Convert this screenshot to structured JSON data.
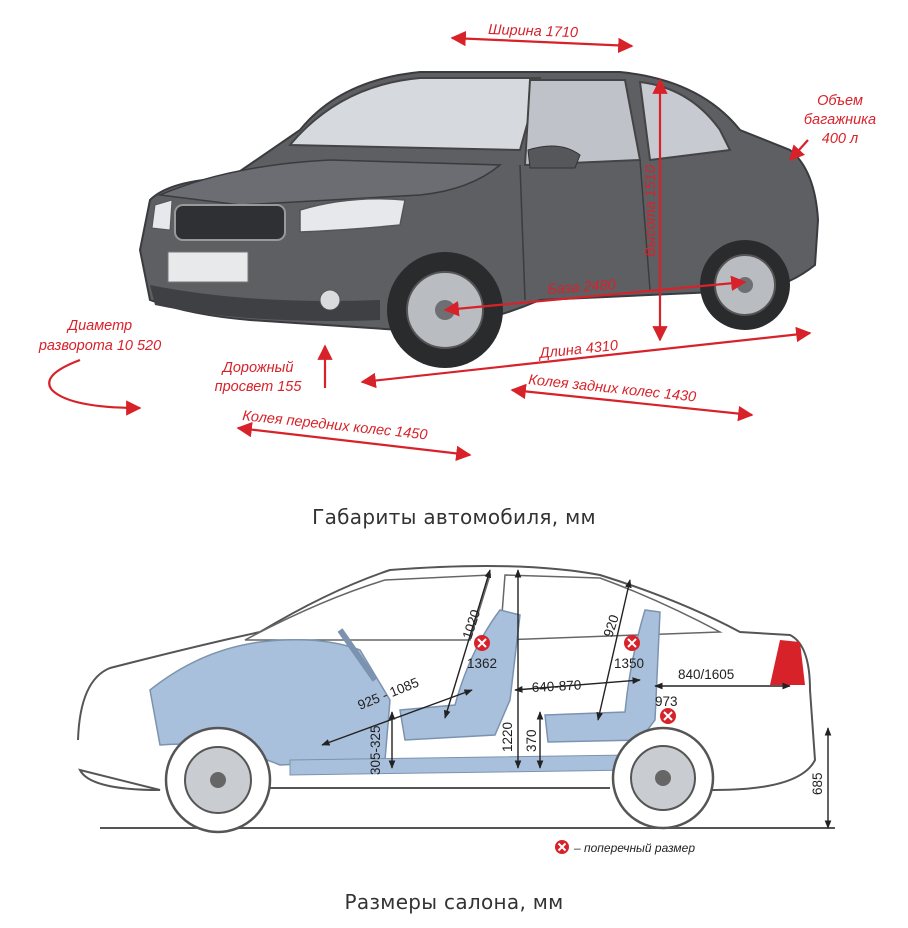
{
  "colors": {
    "accent_red": "#d8222a",
    "car_body": "#5a5c60",
    "interior_blue": "#a9c0dc",
    "outline": "#555555"
  },
  "top_figure": {
    "caption": "Габариты автомобиля, мм",
    "labels": {
      "width": "Ширина 1710",
      "trunk_1": "Объем",
      "trunk_2": "багажника",
      "trunk_3": "400 л",
      "height": "Высота 1510",
      "base": "База 2480",
      "turning_1": "Диаметр",
      "turning_2": "разворота 10 520",
      "clearance_1": "Дорожный",
      "clearance_2": "просвет 155",
      "length": "Длина 4310",
      "rear_track": "Колея задних колес 1430",
      "front_track": "Колея передних колес 1450"
    }
  },
  "bottom_figure": {
    "caption": "Размеры салона, мм",
    "dims": {
      "d1020": "1020",
      "d1362": "1362",
      "d920": "920",
      "d1350": "1350",
      "d840": "840/1605",
      "d925": "925 - 1085",
      "d640": "640-870",
      "d973": "973",
      "d305": "305-325",
      "d1220": "1220",
      "d370": "370",
      "d685": "685"
    },
    "legend": "– поперечный  размер"
  }
}
